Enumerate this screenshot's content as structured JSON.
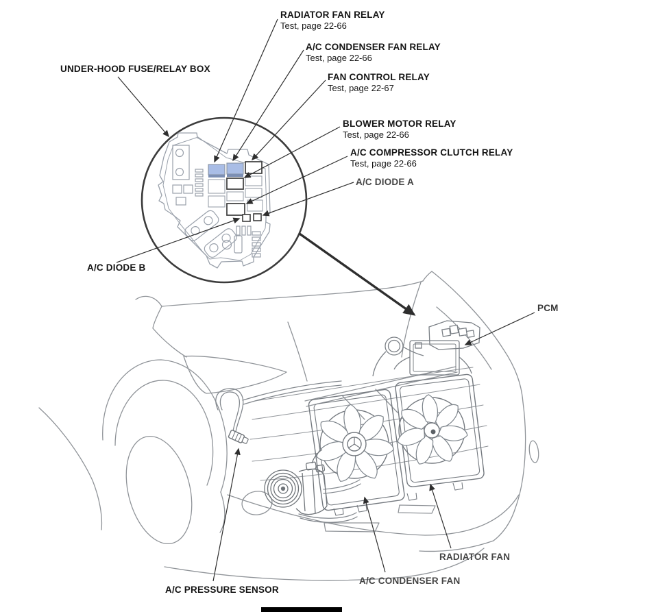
{
  "figure": {
    "description": "Under-hood fuse/relay box and A/C system component location diagram",
    "background": "#ffffff"
  },
  "colors": {
    "relay_highlight": "#a9bde6",
    "relay_highlight_shade": "#7c8fb4",
    "leader_line": "#2e2e2e",
    "car_line": "#8f9398",
    "box_line": "#9aa1ab",
    "label_black": "#141414",
    "label_gray": "#454545"
  },
  "labels": {
    "radiator_fan_relay": {
      "title": "RADIATOR FAN RELAY",
      "subtitle": "Test, page 22-66"
    },
    "ac_condenser_fan_relay": {
      "title": "A/C CONDENSER FAN RELAY",
      "subtitle": "Test, page 22-66"
    },
    "fan_control_relay": {
      "title": "FAN CONTROL RELAY",
      "subtitle": "Test, page 22-67"
    },
    "blower_motor_relay": {
      "title": "BLOWER MOTOR RELAY",
      "subtitle": "Test, page 22-66"
    },
    "ac_compressor_clutch_relay": {
      "title": "A/C COMPRESSOR CLUTCH RELAY",
      "subtitle": "Test, page 22-66"
    },
    "ac_diode_a": {
      "title": "A/C DIODE A"
    },
    "under_hood_fuse_relay_box": {
      "title": "UNDER-HOOD FUSE/RELAY BOX"
    },
    "ac_diode_b": {
      "title": "A/C DIODE B"
    },
    "pcm": {
      "title": "PCM"
    },
    "radiator_fan": {
      "title": "RADIATOR FAN"
    },
    "ac_condenser_fan": {
      "title": "A/C CONDENSER FAN"
    },
    "ac_pressure_sensor": {
      "title": "A/C PRESSURE SENSOR"
    }
  }
}
